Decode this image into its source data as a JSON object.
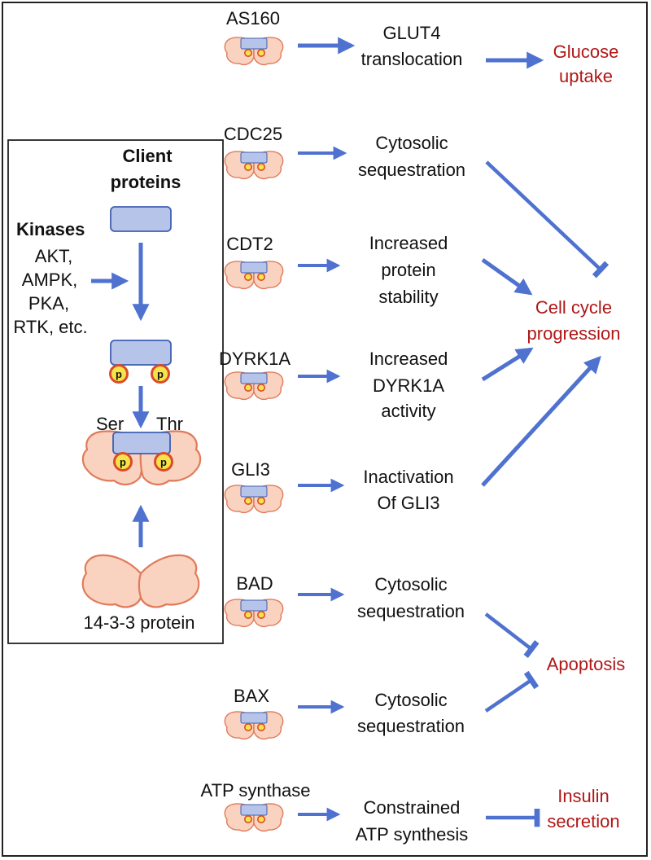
{
  "colors": {
    "arrow": "#4f72d0",
    "outcome_text": "#b01717",
    "client_fill": "#b7c4e9",
    "client_stroke": "#3f5fb0",
    "protein_fill": "#f9d3c0",
    "protein_stroke": "#e07b5a",
    "phospho_fill": "#f6e34a",
    "phospho_stroke": "#d94c2a"
  },
  "mechanism": {
    "client_title_1": "Client",
    "client_title_2": "proteins",
    "kinases_title": "Kinases",
    "kinases": [
      "AKT,",
      "AMPK,",
      "PKA,",
      "RTK, etc."
    ],
    "ser": "Ser",
    "thr": "Thr",
    "phospho": "p",
    "protein_label": "14-3-3 protein"
  },
  "targets": [
    {
      "name": "AS160",
      "effect": [
        "GLUT4",
        "translocation"
      ]
    },
    {
      "name": "CDC25",
      "effect": [
        "Cytosolic",
        "sequestration"
      ]
    },
    {
      "name": "CDT2",
      "effect": [
        "Increased",
        "protein",
        "stability"
      ]
    },
    {
      "name": "DYRK1A",
      "effect": [
        "Increased",
        "DYRK1A",
        "activity"
      ]
    },
    {
      "name": "GLI3",
      "effect": [
        "Inactivation",
        "Of GLI3"
      ]
    },
    {
      "name": "BAD",
      "effect": [
        "Cytosolic",
        "sequestration"
      ]
    },
    {
      "name": "BAX",
      "effect": [
        "Cytosolic",
        "sequestration"
      ]
    },
    {
      "name": "ATP synthase",
      "effect": [
        "Constrained",
        "ATP synthesis"
      ]
    }
  ],
  "outcomes": {
    "glucose": [
      "Glucose",
      "uptake"
    ],
    "cell_cycle": [
      "Cell cycle",
      "progression"
    ],
    "apoptosis": [
      "Apoptosis"
    ],
    "insulin": [
      "Insulin",
      "secretion"
    ]
  }
}
